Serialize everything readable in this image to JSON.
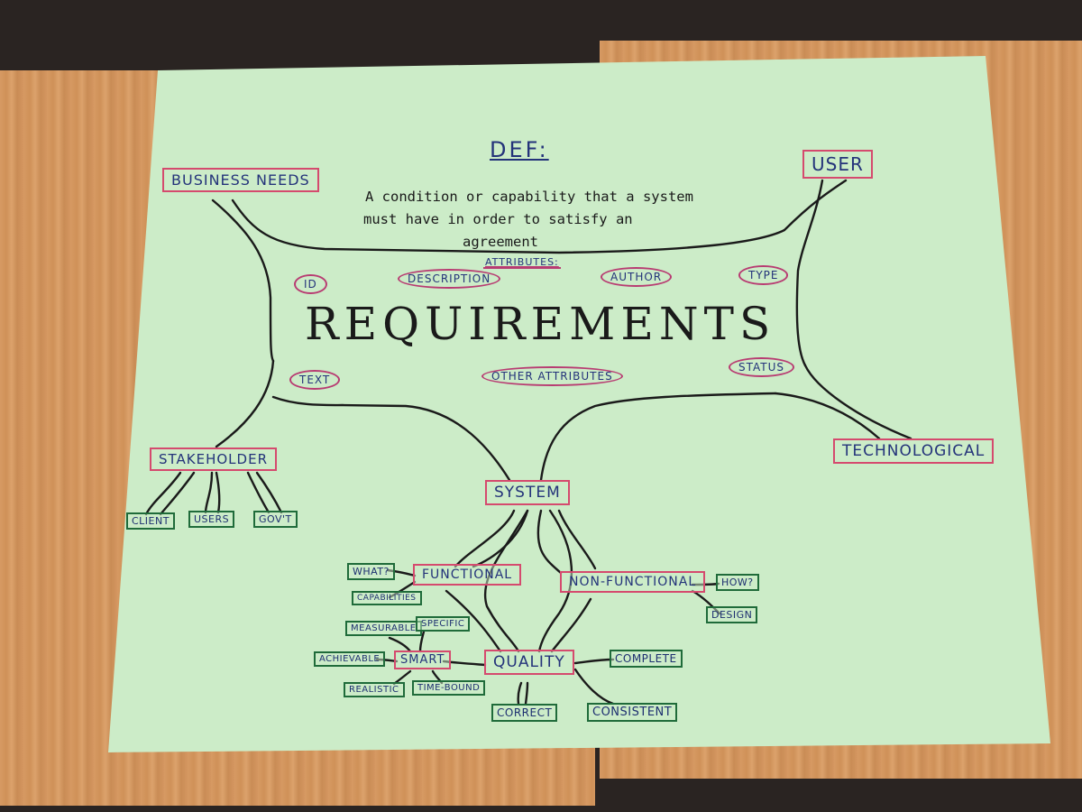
{
  "definition": {
    "heading": "DEF:",
    "line1": "A condition or capability that a system",
    "line2": "must have in order to satisfy  an",
    "line3": "agreement"
  },
  "center": {
    "title": "REQUIREMENTS",
    "attributes_label": "ATTRIBUTES:",
    "attributes": [
      "ID",
      "DESCRIPTION",
      "AUTHOR",
      "TYPE",
      "TEXT",
      "OTHER ATTRIBUTES",
      "STATUS"
    ]
  },
  "branches": {
    "business_needs": "BUSINESS NEEDS",
    "user": "USER",
    "stakeholder": "STAKEHOLDER",
    "technological": "TECHNOLOGICAL",
    "system": "SYSTEM"
  },
  "stakeholder_children": [
    "CLIENT",
    "USERS",
    "GOV'T"
  ],
  "system_children": {
    "functional": "FUNCTIONAL",
    "non_functional": "NON-FUNCTIONAL",
    "quality": "QUALITY",
    "smart": "SMART"
  },
  "functional_children": [
    "WHAT?",
    "CAPABILITIES"
  ],
  "non_functional_children": [
    "HOW?",
    "DESIGN"
  ],
  "smart_children": [
    "MEASURABLE",
    "SPECIFIC",
    "ACHIEVABLE",
    "REALISTIC",
    "TIME-BOUND"
  ],
  "quality_children": [
    "COMPLETE",
    "CORRECT",
    "CONSISTENT"
  ],
  "colors": {
    "paper": "#ccecc8",
    "red_box": "#d54a6e",
    "green_box": "#1f6b3a",
    "ink_blue": "#24337a",
    "desk": "#d49660"
  }
}
